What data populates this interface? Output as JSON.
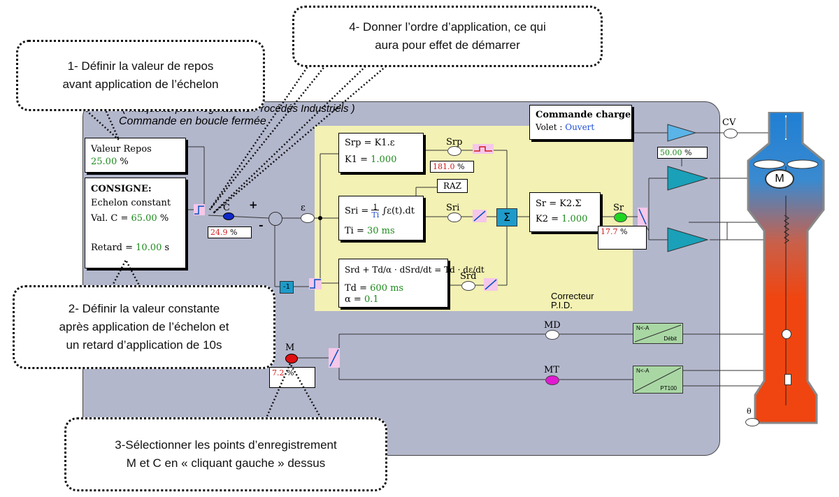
{
  "panel": {
    "title_partial": "( Maquette pour régulations Procédés Industriels )",
    "subtitle_partial": "Commande en boucle fermée"
  },
  "repos": {
    "label": "Valeur Repos",
    "value": "25.00",
    "unit": "%"
  },
  "consigne": {
    "title": "CONSIGNE:",
    "mode": "Echelon constant",
    "valc_label": "Val. C = ",
    "valc_value": "65.00",
    "valc_unit": " %",
    "retard_label": "Retard = ",
    "retard_value": "10.00",
    "retard_unit": " s"
  },
  "commande_charge": {
    "title": "Commande charge",
    "volet_label": "Volet : ",
    "volet_value": "Ouvert"
  },
  "pid": {
    "srp_formula": "Srp = K1.ε",
    "k1_label": "K1 = ",
    "k1_value": "1.000",
    "sri_formula_lhs": "Sri =",
    "sri_formula_rhs": "∫ε(t).dt",
    "ti_label": "Ti = ",
    "ti_value": "30 ms",
    "srd_formula": "Srd + Td/α · dSrd/dt = Td · dε/dt",
    "td_label": "Td = ",
    "td_value": "600 ms",
    "alpha_label": "α = ",
    "alpha_value": "0.1",
    "sr_formula": "Sr = K2.Σ",
    "k2_label": "K2 = ",
    "k2_value": "1.000",
    "correcteur_line1": "Correcteur",
    "correcteur_line2": "P.I.D.",
    "raz": "RAZ",
    "sigma": "Σ"
  },
  "signals": {
    "c_label": "C",
    "c_value": "24.9",
    "epsilon": "ε",
    "plus": "+",
    "minus": "-",
    "srp_label": "Srp",
    "srp_value": "181.0",
    "sri_label": "Sri",
    "srd_label": "Srd",
    "sr_label": "Sr",
    "sr_value": "17.7",
    "m_label": "M",
    "m_value": "7.2",
    "md_label": "MD",
    "mt_label": "MT",
    "cv_label": "CV",
    "volet_pct": "50.00",
    "gain_neg": "-1",
    "theta": "θ",
    "pct": "%",
    "motor": "M"
  },
  "sensors": {
    "debit_top": "N<-A",
    "debit_name": "Débit",
    "pt100_top": "N<-A",
    "pt100_name": "PT100"
  },
  "callouts": {
    "c1_line1": "1- Définir la valeur de repos",
    "c1_line2": "avant application de l’échelon",
    "c2_line1": "2- Définir la valeur constante",
    "c2_line2": "après application de l’échelon et",
    "c2_line3": "un retard d’application de 10s",
    "c3_line1": "3-Sélectionner les points d’enregistrement",
    "c3_line2": "M et C en « cliquant gauche » dessus",
    "c4_line1": "4- Donner l’ordre d’application, ce qui",
    "c4_line2": "aura pour effet de démarrer"
  },
  "colors": {
    "panel": "#b3b7cc",
    "pid_area": "#f3f1b3",
    "sigma_block": "#1e9bc9",
    "amplifier": "#1aa0b8",
    "sensor": "#a9d7a4"
  }
}
